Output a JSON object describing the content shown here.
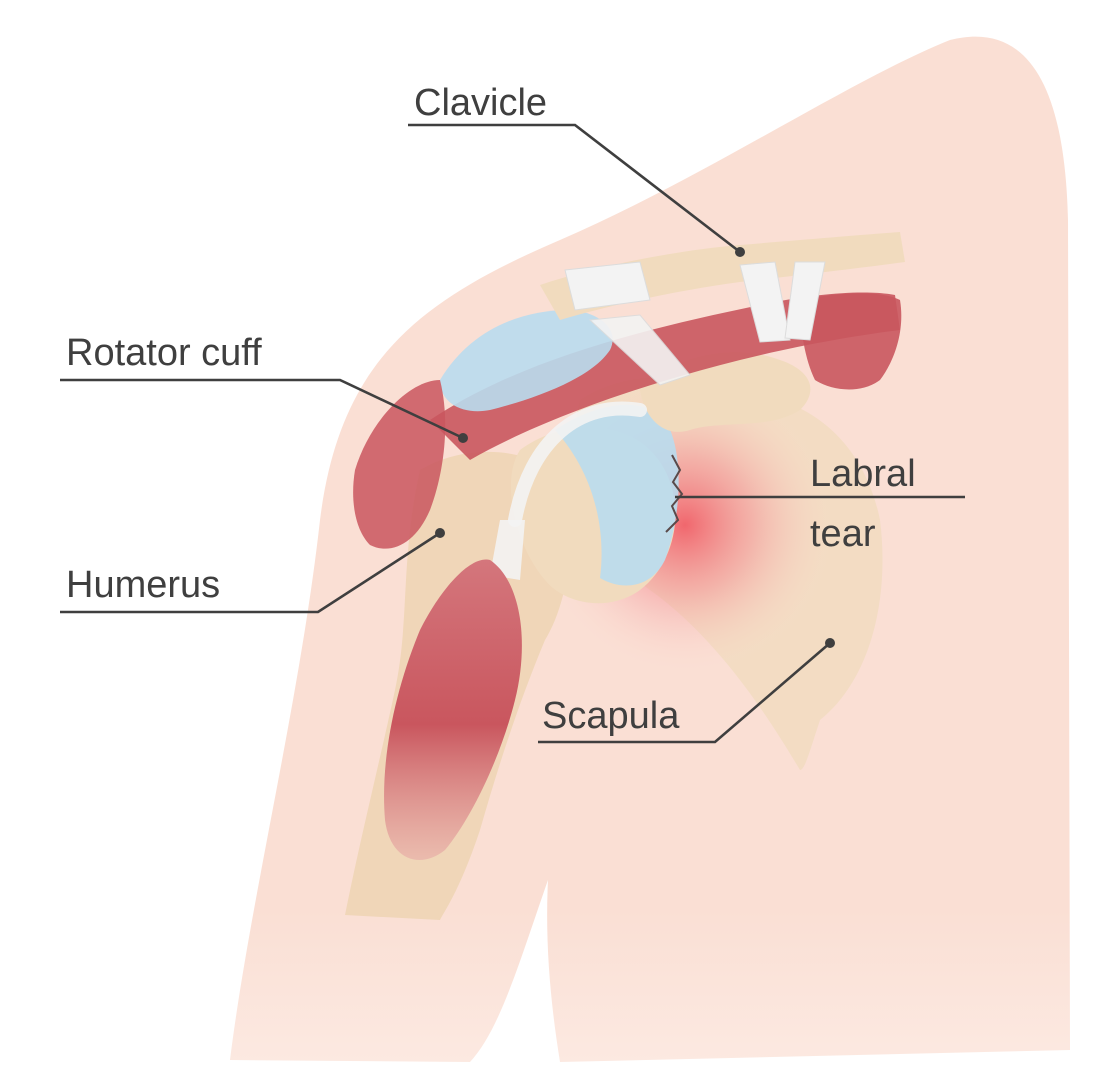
{
  "labels": {
    "clavicle": "Clavicle",
    "rotator_cuff": "Rotator cuff",
    "humerus": "Humerus",
    "labral_line1": "Labral",
    "labral_line2": "tear",
    "scapula": "Scapula"
  },
  "colors": {
    "skin": "#fadfd4",
    "bone": "#f0d6b8",
    "muscle": "#c9565e",
    "cartilage": "#b9dcee",
    "ligament": "#f3f3f3",
    "inflammation": "#f0525e",
    "leader_line": "#3f3f3f"
  }
}
